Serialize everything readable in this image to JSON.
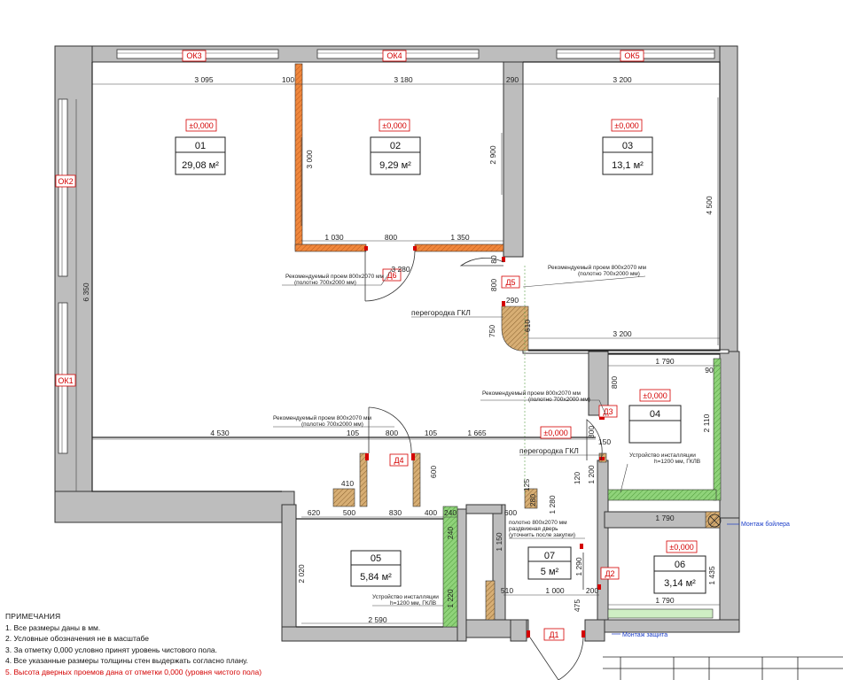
{
  "rooms": [
    {
      "id": "room-01",
      "num": "01",
      "area": "29,08 м²",
      "level": "±0,000"
    },
    {
      "id": "room-02",
      "num": "02",
      "area": "9,29 м²",
      "level": "±0,000"
    },
    {
      "id": "room-03",
      "num": "03",
      "area": "13,1 м²",
      "level": "±0,000"
    },
    {
      "id": "room-04",
      "num": "04",
      "area": "",
      "level": "±0,000"
    },
    {
      "id": "room-05",
      "num": "05",
      "area": "5,84 м²",
      "level": ""
    },
    {
      "id": "room-06",
      "num": "06",
      "area": "3,14 м²",
      "level": "±0,000"
    },
    {
      "id": "room-07",
      "num": "07",
      "area": "5 м²",
      "level": "±0,000"
    }
  ],
  "windows": [
    "ОК3",
    "ОК4",
    "ОК5",
    "ОК2",
    "ОК1"
  ],
  "doors": [
    "Д6",
    "Д5",
    "Д4",
    "Д3",
    "Д2",
    "Д1"
  ],
  "dimensions": {
    "top_row": [
      "3 095",
      "100",
      "3 180",
      "290",
      "3 200"
    ],
    "room02_height": "3 000",
    "room02_right": "2 900",
    "room03_height": "4 500",
    "room01_height": "6 350",
    "room02_bottom": [
      "1 030",
      "800",
      "1 350"
    ],
    "room02_bottom_total": "3 280",
    "d6_side": "80",
    "d5_side": "800",
    "partition_small": [
      "290",
      "750",
      "610"
    ],
    "room03_bottom": "3 200",
    "room04_top": "1 790",
    "room04_side": [
      "800",
      "800",
      "90",
      "2 110",
      "150",
      "1 200"
    ],
    "corridor_bottom": [
      "4 530",
      "105",
      "800",
      "105",
      "1 665"
    ],
    "room05_top": [
      "620",
      "500",
      "830",
      "400",
      "240"
    ],
    "room05_side": [
      "2 020",
      "410",
      "600",
      "1 220",
      "240"
    ],
    "room05_bottom": "2 590",
    "room07_dims": [
      "125",
      "280",
      "1 280",
      "600",
      "1 150",
      "510",
      "1 000",
      "120",
      "1 290",
      "475",
      "200"
    ],
    "room06_dims": [
      "1 790",
      "1 435",
      "1 790"
    ]
  },
  "labels": {
    "recommended_door": "Рекомендуемый проем 800х2070 мм",
    "recommended_door_sub": "(полотно 700х2000 мм)",
    "partition_gkl": "перегородка ГКЛ",
    "partition_gkl_2": "перегородка ГКЛ",
    "sliding_door_1": "полотно 800х2070 мм",
    "sliding_door_2": "раздвижная дверь",
    "sliding_door_3": "(уточнить после закупки)",
    "install_04_1": "Устройство инсталляции",
    "install_04_2": "h=1200 мм, ГКЛВ",
    "install_05_1": "Устройство инсталляции",
    "install_05_2": "h=1200 мм, ГКЛВ",
    "boiler": "Монтаж бойлера",
    "shield": "Монтаж защита"
  },
  "notes": {
    "title": "ПРИМЕЧАНИЯ",
    "items": [
      "1. Все размеры даны в мм.",
      "2. Условные обозначения не в масштабе",
      "3. За отметку 0,000 условно принят уровень чистового пола.",
      "4. Все указанные размеры толщины стен выдержать согласно плану.",
      "5. Высота дверных проемов дана от отметки 0,000 (уровня чистого пола)"
    ]
  },
  "colors": {
    "wall": "#bdbdbd",
    "wall_stroke": "#333333",
    "orange_partition": "#f0873c",
    "gkl_partition": "#c99a5c",
    "green_partition": "#8fd37a",
    "red_tag": "#d40000",
    "blue_note": "#1a3cc8"
  }
}
